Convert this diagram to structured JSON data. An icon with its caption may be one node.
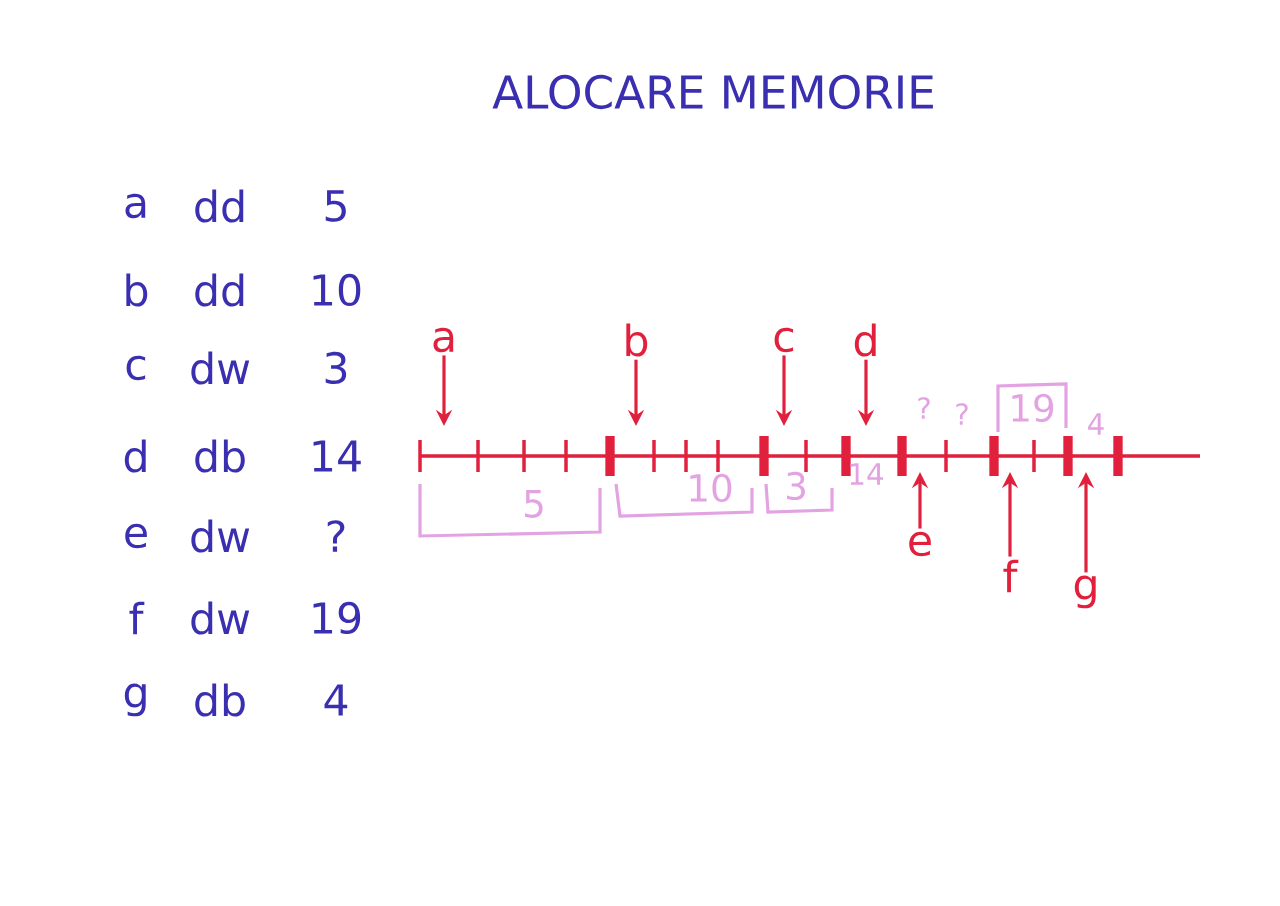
{
  "diagram": {
    "title": "ALOCARE MEMORIE",
    "nodes": [
      {
        "text": [
          "a"
        ]
      },
      {
        "text": [
          "b"
        ]
      },
      {
        "text": [
          "c"
        ]
      },
      {
        "text": [
          "d"
        ]
      },
      {
        "text": [
          "e"
        ]
      },
      {
        "text": [
          "f"
        ]
      },
      {
        "text": [
          "g"
        ]
      }
    ],
    "edges": [
      {
        "from": 0,
        "to": null,
        "arrow": "to"
      },
      {
        "from": 1,
        "to": null,
        "arrow": "to"
      },
      {
        "from": 2,
        "to": null,
        "arrow": "to"
      },
      {
        "from": 3,
        "to": null,
        "arrow": "to"
      },
      {
        "from": 4,
        "to": null,
        "arrow": "to"
      },
      {
        "from": 5,
        "to": null,
        "arrow": "to"
      },
      {
        "from": 6,
        "to": null,
        "arrow": "to"
      }
    ],
    "labels": [
      "a",
      "dd",
      "5",
      "b",
      "dd",
      "10",
      "c",
      "dw",
      "3",
      "d",
      "db",
      "14",
      "e",
      "dw",
      "?",
      "f",
      "dw",
      "19",
      "g",
      "db",
      "4",
      "5",
      "10",
      "3",
      "14",
      "?",
      "?",
      "19",
      "4"
    ]
  }
}
